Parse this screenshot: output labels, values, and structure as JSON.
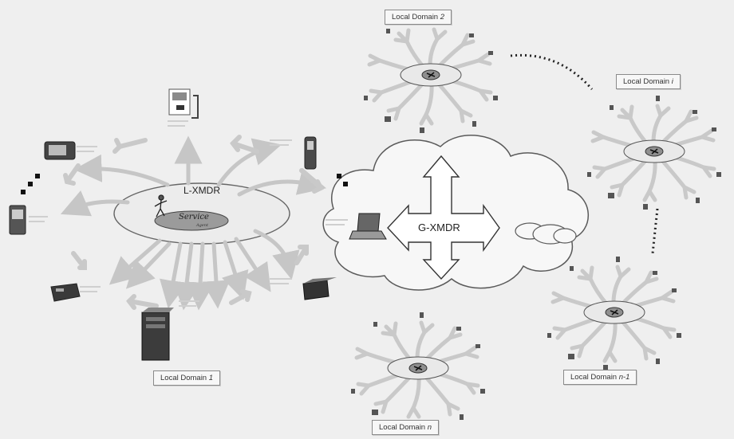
{
  "domains": {
    "local_1": {
      "prefix": "Local Domain ",
      "index": "1"
    },
    "local_2": {
      "prefix": "Local Domain ",
      "index": "2"
    },
    "local_i": {
      "prefix": "Local Domain ",
      "index": "i"
    },
    "local_n_minus_1": {
      "prefix": "Local Domain ",
      "index": "n-1"
    },
    "local_n": {
      "prefix": "Local Domain ",
      "index": "n"
    }
  },
  "center": {
    "l_xmdr": "L-XMDR",
    "g_xmdr": "G-XMDR",
    "service": "Service",
    "agent": "Agent"
  },
  "colors": {
    "background": "#efefef",
    "arrow": "#c6c6c6",
    "outline": "#666666"
  }
}
